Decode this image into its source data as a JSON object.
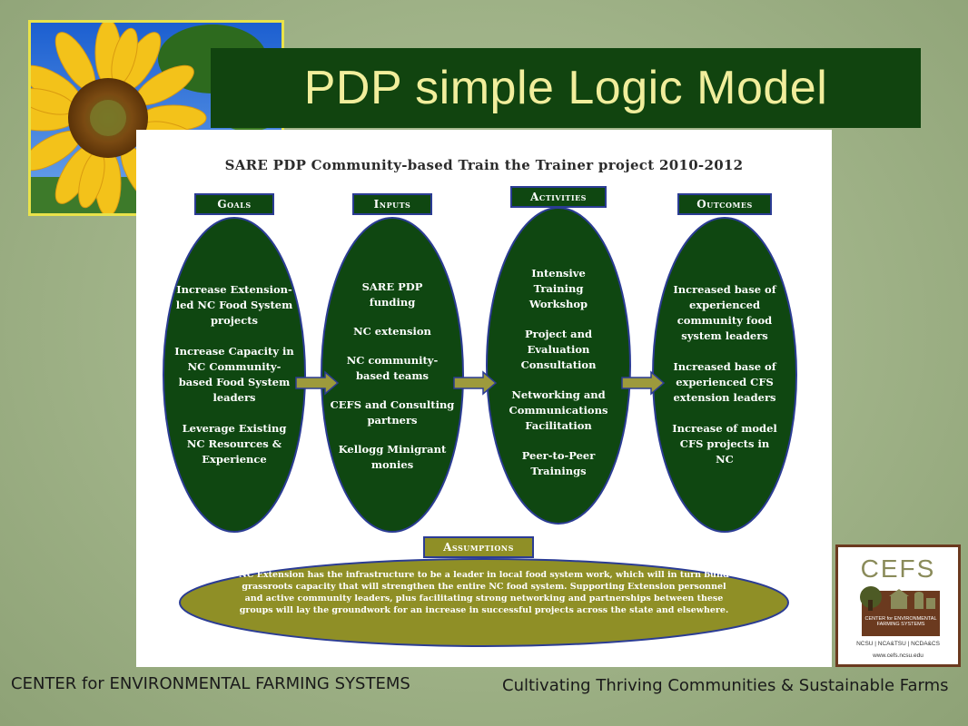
{
  "slide": {
    "title": "PDP simple Logic Model"
  },
  "diagram": {
    "title": "SARE PDP Community-based Train the Trainer project 2010-2012",
    "columns": [
      {
        "header": "Goals",
        "items": [
          "Increase Extension-led NC Food System projects",
          "Increase Capacity in NC Community-based Food System leaders",
          "Leverage Existing NC Resources & Experience"
        ]
      },
      {
        "header": "Inputs",
        "items": [
          "SARE PDP funding",
          "NC extension",
          "NC community-based teams",
          "CEFS and Consulting partners",
          "Kellogg Minigrant monies"
        ]
      },
      {
        "header": "Activities",
        "items": [
          "Intensive Training Workshop",
          "Project and Evaluation Consultation",
          "Networking and Communications Facilitation",
          "Peer-to-Peer Trainings"
        ]
      },
      {
        "header": "Outcomes",
        "items": [
          "Increased base of experienced community food system leaders",
          "Increased base of experienced CFS extension leaders",
          "Increase of model CFS projects in NC"
        ]
      }
    ],
    "assumptions": {
      "header": "Assumptions",
      "text": "NC Extension has the infrastructure to be a leader in local food system work, which will in turn build grassroots capacity that will strengthen the entire NC food system. Supporting Extension personnel and active community leaders, plus facilitating strong networking and partnerships between these groups will lay the groundwork for an increase in successful projects across the state and elsewhere."
    }
  },
  "logo": {
    "name": "CEFS",
    "badge_line1": "CENTER for ENVIRONMENTAL",
    "badge_line2": "FARMING SYSTEMS",
    "partners": "NCSU | NCA&TSU | NCDA&CS",
    "url": "www.cefs.ncsu.edu"
  },
  "footer": {
    "left": "CENTER for ENVIRONMENTAL FARMING SYSTEMS",
    "right": "Cultivating Thriving Communities & Sustainable Farms"
  },
  "colors": {
    "title_bar": "#11440f",
    "title_text": "#f1ee9c",
    "oval_fill": "#0f4711",
    "oval_stroke": "#2b3c94",
    "assumptions_fill": "#8f8f26",
    "arrow_fill": "#9d9a3c"
  },
  "icons": {
    "photo": "sunflower-photo",
    "arrows": "right-arrow-icon",
    "logo": "cefs-farm-logo"
  }
}
